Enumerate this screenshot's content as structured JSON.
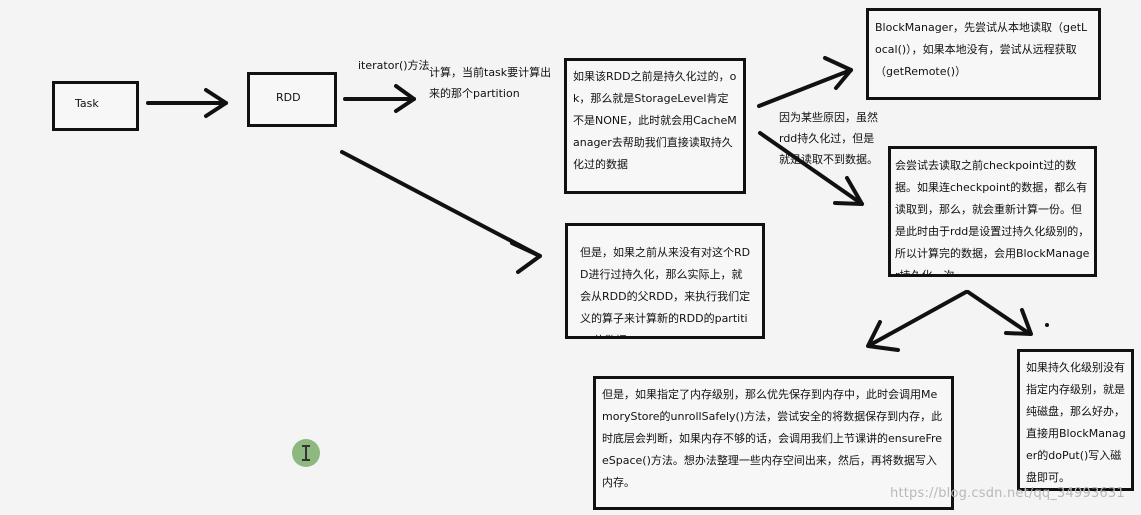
{
  "nodes": {
    "task": "Task",
    "rdd": "RDD",
    "persisted_check": "如果该RDD之前是持久化过的，ok，那么就是StorageLevel肯定不是NONE，此时就会用CacheManager去帮助我们直接读取持久化过的数据",
    "block_manager": "BlockManager，先尝试从本地读取（getLocal()），如果本地没有，尝试从远程获取（getRemote()）",
    "checkpoint": "会尝试去读取之前checkpoint过的数据。如果连checkpoint的数据，都么有读取到，那么，就会重新计算一份。但是此时由于rdd是设置过持久化级别的，所以计算完的数据，会用BlockManager持久化一次。",
    "not_persisted": "但是，如果之前从来没有对这个RDD进行过持久化，那么实际上，就会从RDD的父RDD，来执行我们定义的算子来计算新的RDD的partition的数据。",
    "memory_store": "但是，如果指定了内存级别，那么优先保存到内存中，此时会调用MemoryStore的unrollSafely()方法，尝试安全的将数据保存到内存，此时底层会判断，如果内存不够的话，会调用我们上节课讲的ensureFreeSpace()方法。想办法整理一些内存空间出来，然后，再将数据写入内存。",
    "disk_store": "如果持久化级别没有指定内存级别，就是纯磁盘，那么好办，直接用BlockManager的doPut()写入磁盘即可。"
  },
  "labels": {
    "iterator": "iterator()方法",
    "compute": "计算，当前task要计算出来的那个partition",
    "some_reason": "因为某些原因，虽然rdd持久化过，但是就是读取不到数据。"
  },
  "watermark": "https://blog.csdn.net/qq_34993631",
  "colors": {
    "stroke": "#111111",
    "background": "#f4f4f4",
    "cursor_badge": "#8db87f"
  },
  "icons": {
    "cursor": "text-cursor-icon"
  }
}
